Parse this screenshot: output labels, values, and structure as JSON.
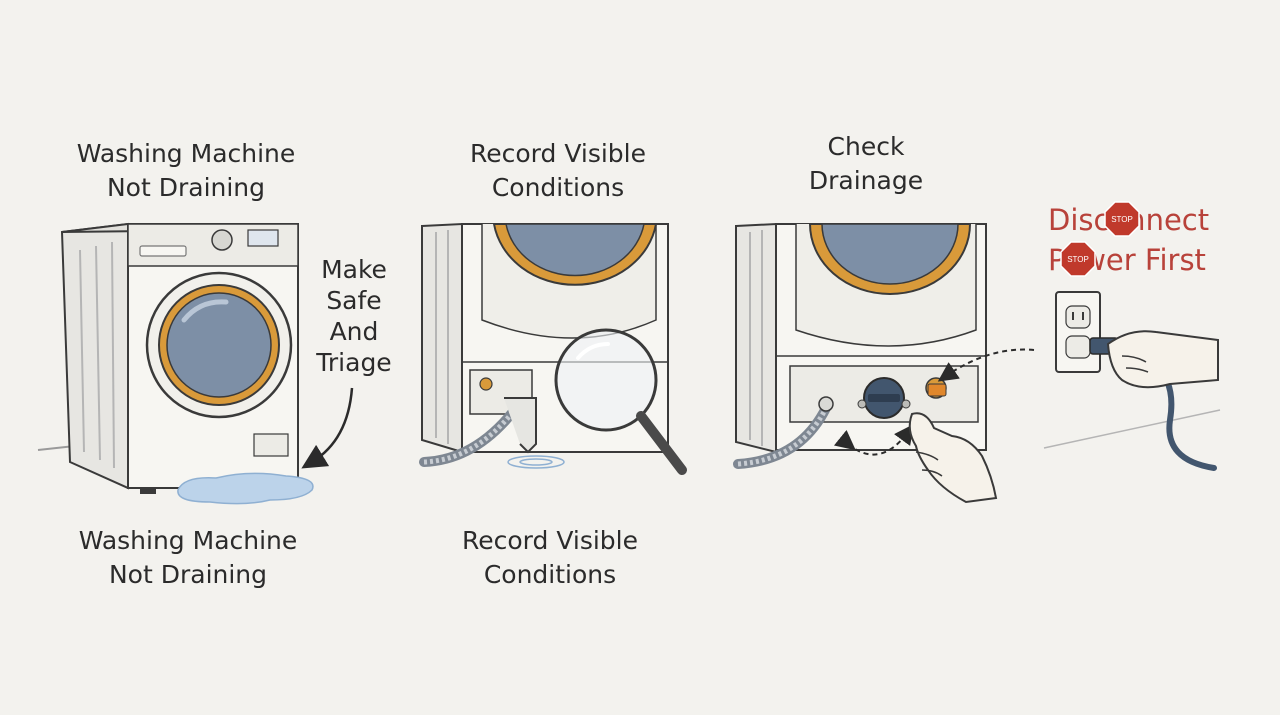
{
  "panels": [
    {
      "heading": [
        "Washing Machine",
        "Not Draining"
      ],
      "footer": [
        "Washing Machine",
        "Not Draining"
      ],
      "callout": [
        "Make",
        "Safe",
        "And",
        "Triage"
      ]
    },
    {
      "heading": [
        "Record Visible",
        "Conditions"
      ],
      "footer": [
        "Record Visible",
        "Conditions"
      ]
    },
    {
      "heading": [
        "Check",
        "Drainage"
      ]
    }
  ],
  "warning": {
    "lines": [
      "Disconnect",
      "Power First"
    ],
    "stop_sign_text": "STOP"
  },
  "icons": [
    "washing-machine",
    "water-puddle",
    "curved-arrow",
    "magnifying-glass",
    "drain-hose",
    "drain-filter-knob",
    "pointing-hand",
    "wall-outlet",
    "power-plug",
    "dashed-arrow",
    "stop-sign"
  ],
  "colors": {
    "background": "#f3f2ee",
    "door_glass": "#7d8fa6",
    "door_ring": "#d99a3a",
    "water": "#bcd3ea",
    "warning_text": "#b8423a",
    "outline": "#3a3a3a"
  }
}
